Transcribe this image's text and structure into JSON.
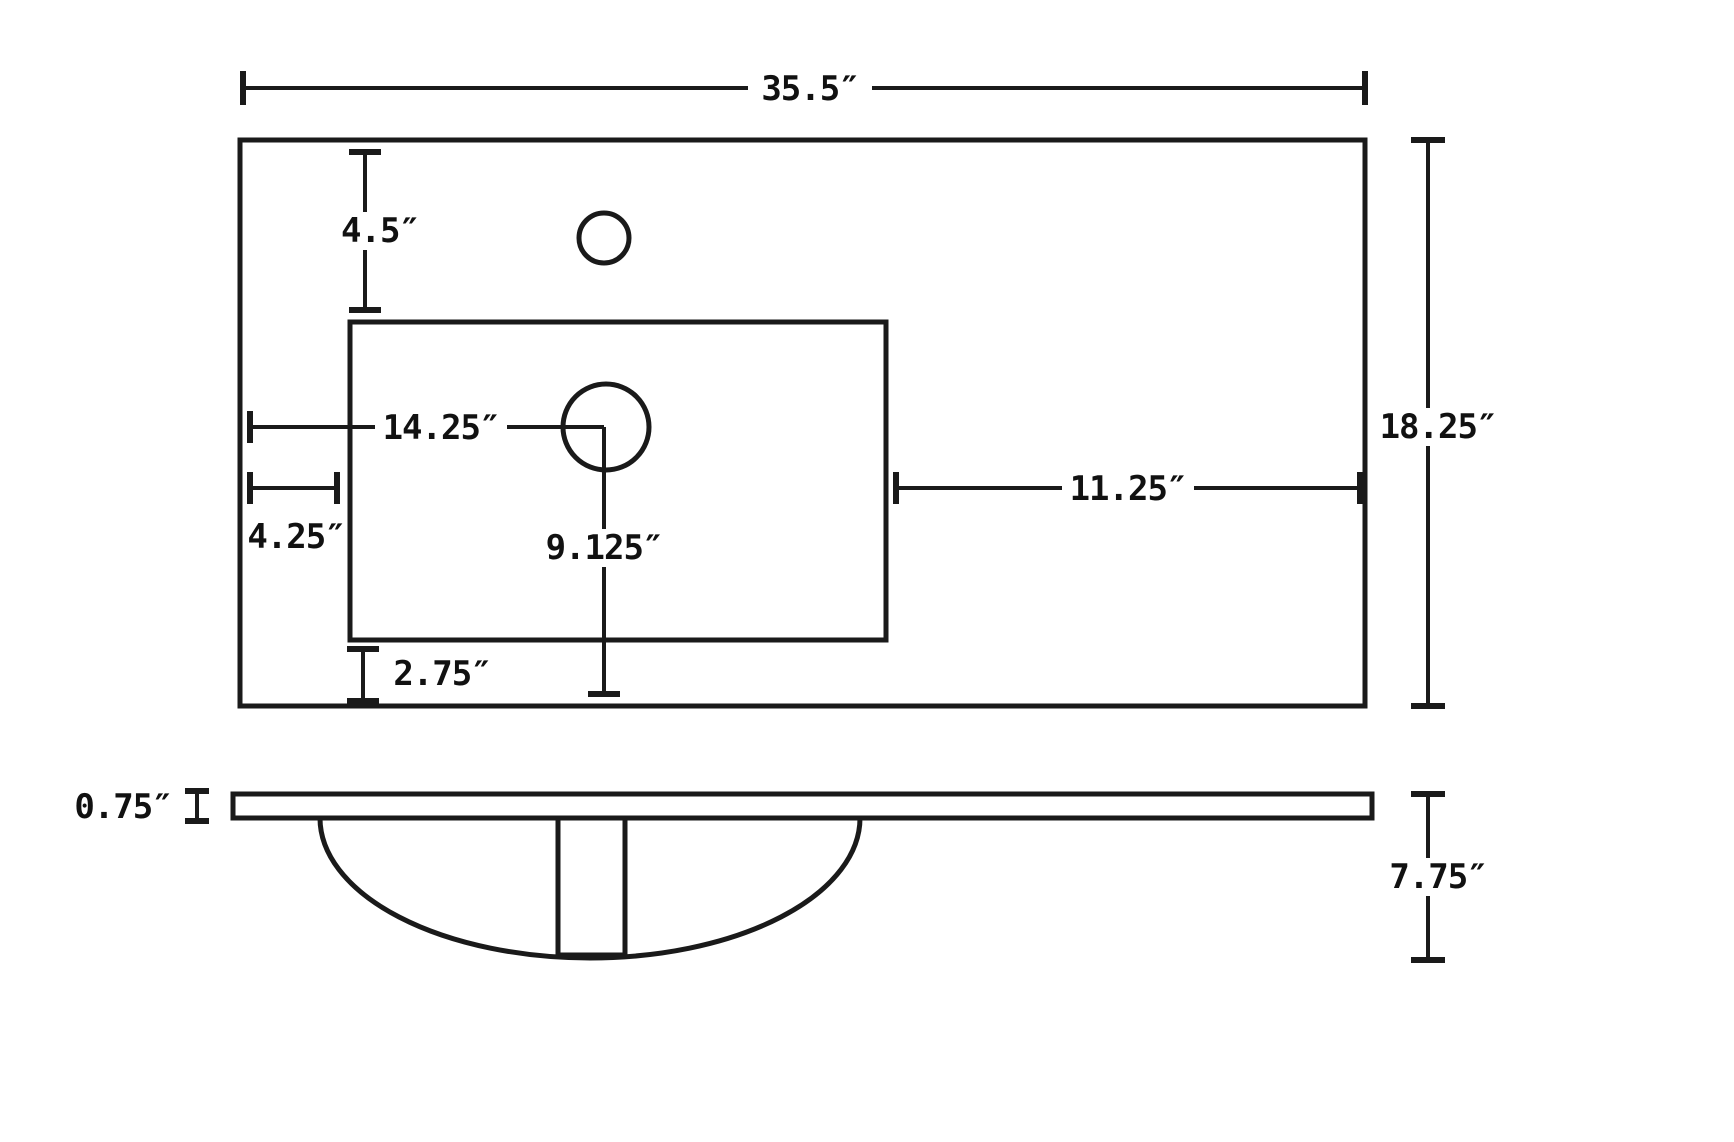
{
  "drawing": {
    "type": "technical-dimension-drawing",
    "subject": "vanity-top-with-sink-basin",
    "colors": {
      "line": "#1a1a1a",
      "background": "#ffffff"
    },
    "view_top": {
      "overall_width_label": "35.5″",
      "overall_depth_label": "18.25″",
      "faucet_offset_label": "4.5″",
      "drain_from_left_label": "14.25″",
      "basin_left_offset_label": "4.25″",
      "basin_right_offset_label": "11.25″",
      "drain_from_front_label": "9.125″",
      "basin_front_offset_label": "2.75″"
    },
    "view_side": {
      "deck_thickness_label": "0.75″",
      "overall_height_label": "7.75″"
    }
  }
}
